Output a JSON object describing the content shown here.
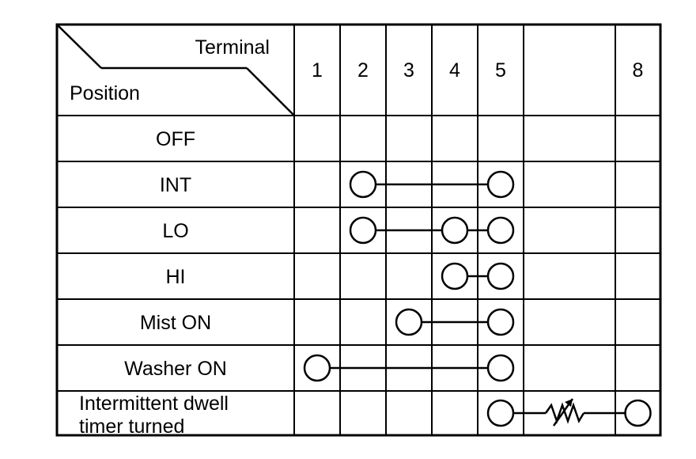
{
  "header": {
    "terminal_label": "Terminal",
    "position_label": "Position",
    "terminals": [
      "1",
      "2",
      "3",
      "4",
      "5",
      "",
      "8"
    ]
  },
  "rows": [
    {
      "label_lines": [
        "OFF"
      ],
      "circles": [],
      "links": []
    },
    {
      "label_lines": [
        "INT"
      ],
      "circles": [
        1,
        4
      ],
      "links": [
        [
          1,
          4
        ]
      ]
    },
    {
      "label_lines": [
        "LO"
      ],
      "circles": [
        1,
        3,
        4
      ],
      "links": [
        [
          1,
          3
        ],
        [
          3,
          4
        ]
      ]
    },
    {
      "label_lines": [
        "HI"
      ],
      "circles": [
        3,
        4
      ],
      "links": [
        [
          3,
          4
        ]
      ]
    },
    {
      "label_lines": [
        "Mist ON"
      ],
      "circles": [
        2,
        4
      ],
      "links": [
        [
          2,
          4
        ]
      ]
    },
    {
      "label_lines": [
        "Washer ON"
      ],
      "circles": [
        0,
        4
      ],
      "links": [
        [
          0,
          4
        ]
      ]
    },
    {
      "label_lines": [
        "Intermittent dwell",
        "timer turned"
      ],
      "circles": [
        4,
        6
      ],
      "links": [
        [
          4,
          6
        ]
      ],
      "resistor": true
    }
  ],
  "colors": {
    "line": "#000000",
    "background": "#ffffff"
  }
}
